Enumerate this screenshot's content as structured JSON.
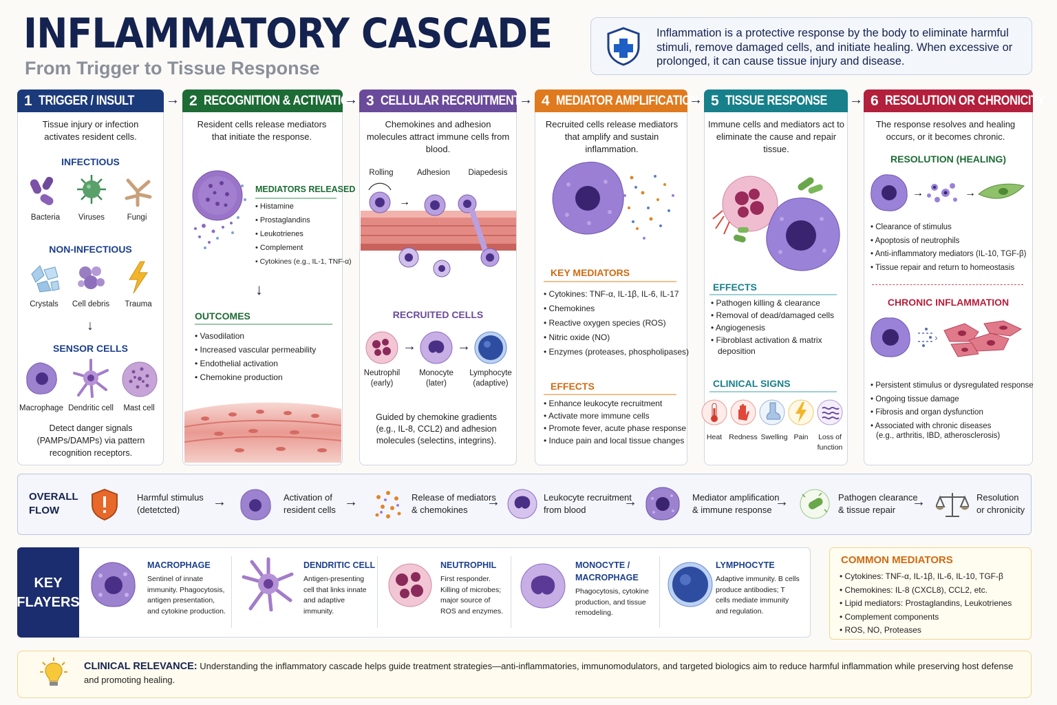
{
  "title": "INFLAMMATORY CASCADE",
  "subtitle": "From Trigger to Tissue Response",
  "intro": "Inflammation is a protective response by the body to eliminate harmful stimuli, remove damaged cells, and initiate healing. When excessive or prolonged, it can cause tissue injury and disease.",
  "stages": [
    {
      "num": "1",
      "label": "TRIGGER / INSULT",
      "color": "#1b3a7a",
      "desc": "Tissue injury or infection activates resident cells."
    },
    {
      "num": "2",
      "label": "RECOGNITION & ACTIVATION",
      "color": "#1d6b35",
      "desc": "Resident cells release mediators that initiate the response."
    },
    {
      "num": "3",
      "label": "CELLULAR RECRUITMENT",
      "color": "#6a4a9a",
      "desc": "Chemokines and adhesion molecules attract immune cells from blood."
    },
    {
      "num": "4",
      "label": "MEDIATOR AMPLIFICATION",
      "color": "#e07a1e",
      "desc": "Recruited cells release mediators that amplify and sustain inflammation."
    },
    {
      "num": "5",
      "label": "TISSUE RESPONSE",
      "color": "#17808a",
      "desc": "Immune cells and mediators act to eliminate the cause and repair tissue."
    },
    {
      "num": "6",
      "label": "RESOLUTION OR CHRONICITY",
      "color": "#b3203c",
      "desc": "The response resolves and healing occurs, or it becomes chronic."
    }
  ],
  "s1": {
    "infectious": "INFECTIOUS",
    "inf_items": [
      "Bacteria",
      "Viruses",
      "Fungi"
    ],
    "noninfectious": "NON-INFECTIOUS",
    "non_items": [
      "Crystals",
      "Cell debris",
      "Trauma"
    ],
    "sensor": "SENSOR CELLS",
    "sensor_items": [
      "Macrophage",
      "Dendritic cell",
      "Mast cell"
    ],
    "detect": "Detect danger signals (PAMPs/DAMPs) via pattern recognition receptors."
  },
  "s2": {
    "mediators_title": "MEDIATORS RELEASED",
    "mediators": [
      "Histamine",
      "Prostaglandins",
      "Leukotrienes",
      "Complement",
      "Cytokines (e.g., IL-1, TNF-α)"
    ],
    "outcomes_title": "OUTCOMES",
    "outcomes": [
      "Vasodilation",
      "Increased vascular permeability",
      "Endothelial activation",
      "Chemokine production"
    ]
  },
  "s3": {
    "steps": [
      "Rolling",
      "Adhesion",
      "Diapedesis"
    ],
    "recruited_title": "RECRUITED CELLS",
    "cells": [
      {
        "name": "Neutrophil",
        "sub": "(early)"
      },
      {
        "name": "Monocyte",
        "sub": "(later)"
      },
      {
        "name": "Lymphocyte",
        "sub": "(adaptive)"
      }
    ],
    "guided": "Guided by chemokine gradients (e.g., IL-8, CCL2) and adhesion molecules (selectins, integrins)."
  },
  "s4": {
    "key_title": "KEY MEDIATORS",
    "key": [
      "Cytokines: TNF-α, IL-1β, IL-6, IL-17",
      "Chemokines",
      "Reactive oxygen species (ROS)",
      "Nitric oxide (NO)",
      "Enzymes (proteases, phospholipases)"
    ],
    "effects_title": "EFFECTS",
    "effects": [
      "Enhance leukocyte recruitment",
      "Activate more immune cells",
      "Promote fever, acute phase response",
      "Induce pain and local tissue changes"
    ]
  },
  "s5": {
    "effects_title": "EFFECTS",
    "effects": [
      "Pathogen killing & clearance",
      "Removal of dead/damaged cells",
      "Angiogenesis",
      "Fibroblast activation & matrix",
      "deposition"
    ],
    "signs_title": "CLINICAL SIGNS",
    "signs": [
      "Heat",
      "Redness",
      "Swelling",
      "Pain",
      "Loss of function"
    ]
  },
  "s6": {
    "res_title": "RESOLUTION (HEALING)",
    "res": [
      "Clearance of stimulus",
      "Apoptosis of neutrophils",
      "Anti-inflammatory mediators (IL-10, TGF-β)",
      "Tissue repair and return to homeostasis"
    ],
    "chronic_title": "CHRONIC INFLAMMATION",
    "chronic": [
      "Persistent stimulus or dysregulated response",
      "Ongoing tissue damage",
      "Fibrosis and organ dysfunction",
      "Associated with chronic diseases"
    ],
    "chronic_eg": "(e.g., arthritis, IBD, atherosclerosis)"
  },
  "flow": {
    "title": "OVERALL FLOW",
    "steps": [
      {
        "l1": "Harmful stimulus",
        "l2": "(detetcted)"
      },
      {
        "l1": "Activation of",
        "l2": "resident cells"
      },
      {
        "l1": "Release of mediators",
        "l2": "& chemokines"
      },
      {
        "l1": "Leukocyte recruitment",
        "l2": "from blood"
      },
      {
        "l1": "Mediator amplification",
        "l2": "& immune response"
      },
      {
        "l1": "Pathogen clearance",
        "l2": "& tissue repair"
      },
      {
        "l1": "Resolution",
        "l2": "or chronicity"
      }
    ]
  },
  "players": {
    "title": "KEY FLAYERS",
    "items": [
      {
        "name": "MACROPHAGE",
        "desc": "Sentinel of innate immunity. Phagocytosis, antigen presentation, and cytokine production."
      },
      {
        "name": "DENDRITIC CELL",
        "desc": "Antigen-presenting cell that links innate and adaptive immunity."
      },
      {
        "name": "NEUTROPHIL",
        "desc": "First responder. Killing of microbes; major source of ROS and enzymes."
      },
      {
        "name": "MONOCYTE / MACROPHAGE",
        "desc": "Phagocytosis, cytokine production, and tissue remodeling."
      },
      {
        "name": "LYMPHOCYTE",
        "desc": "Adaptive immunity. B cells produce antibodies; T cells mediate immunity and regulation."
      }
    ]
  },
  "common": {
    "title": "COMMON MEDIATORS",
    "items": [
      "Cytokines: TNF-α, IL-1β, IL-6, IL-10, TGF-β",
      "Chemokines: IL-8 (CXCL8), CCL2, etc.",
      "Lipid mediators: Prostaglandins, Leukotrienes",
      "Complement components",
      "ROS, NO, Proteases"
    ]
  },
  "clinical": {
    "label": "CLINICAL RELEVANCE:",
    "text": "Understanding the inflammatory cascade helps guide treatment strategies—anti-inflammatories, immunomodulators, and targeted biologics aim to reduce harmful inflammation while preserving host defense and promoting healing."
  }
}
